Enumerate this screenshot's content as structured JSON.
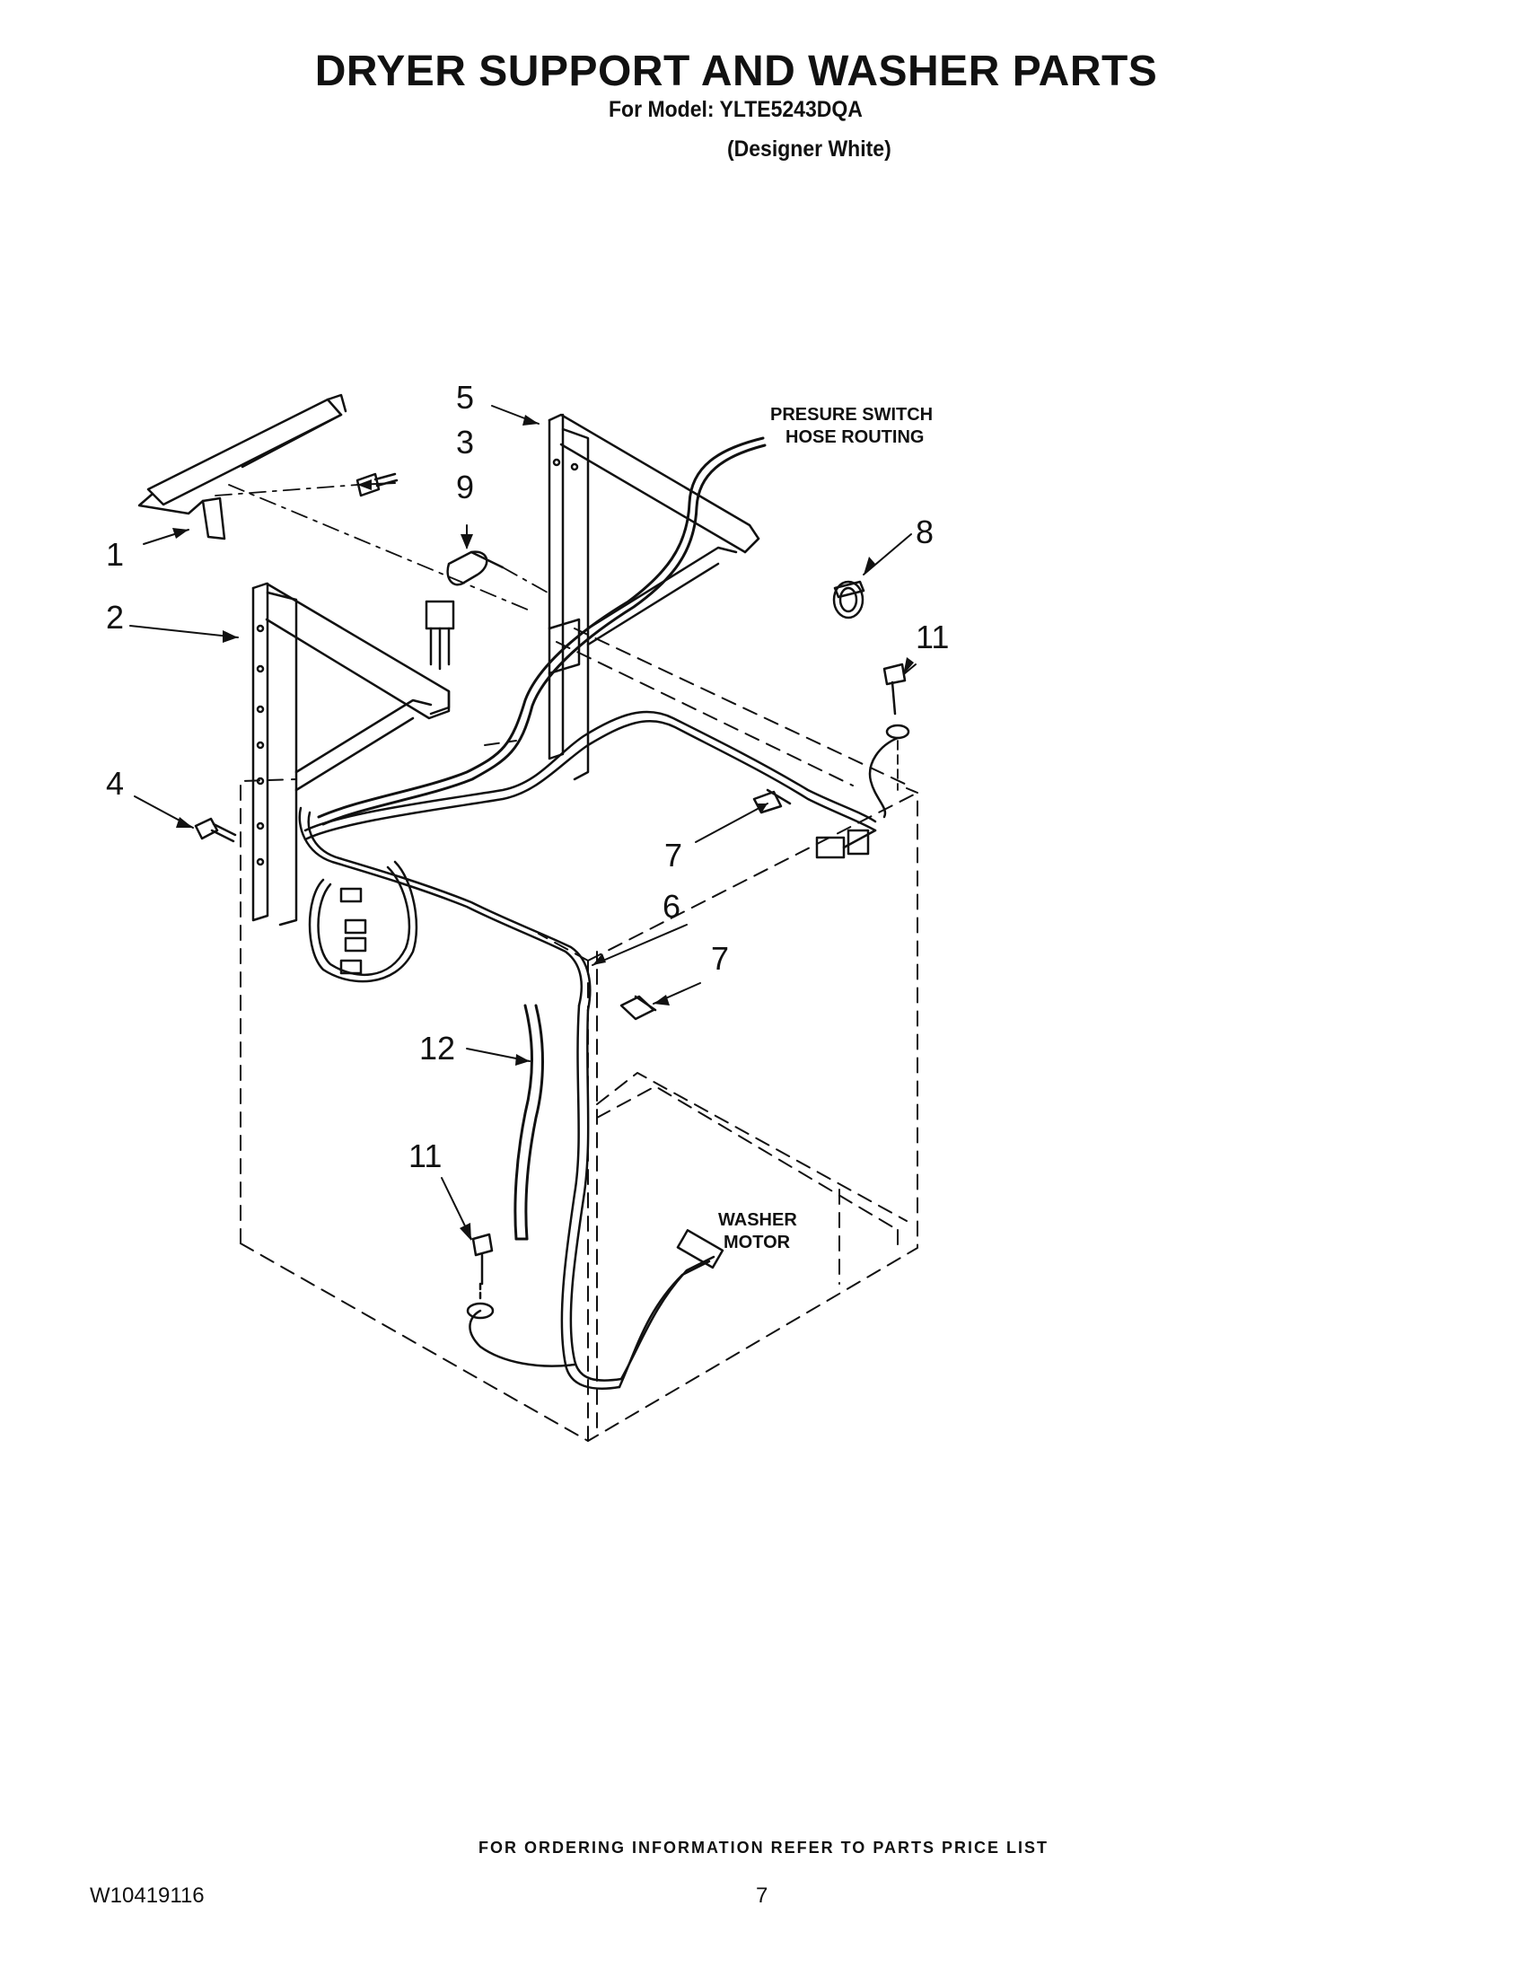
{
  "header": {
    "title": "DRYER SUPPORT AND WASHER PARTS",
    "model_line": "For Model: YLTE5243DQA",
    "variant_line": "(Designer White)"
  },
  "diagram": {
    "callouts": {
      "c1": "1",
      "c2": "2",
      "c3": "3",
      "c4": "4",
      "c5": "5",
      "c6": "6",
      "c7a": "7",
      "c7b": "7",
      "c8": "8",
      "c9": "9",
      "c11a": "11",
      "c11b": "11",
      "c12": "12"
    },
    "notes": {
      "pressure_switch_line1": "PRESURE SWITCH",
      "pressure_switch_line2": "HOSE ROUTING",
      "washer_motor_line1": "WASHER",
      "washer_motor_line2": "MOTOR"
    }
  },
  "footer": {
    "ordering_note": "FOR ORDERING INFORMATION REFER TO PARTS PRICE LIST",
    "doc_number": "W10419116",
    "page_number": "7"
  }
}
